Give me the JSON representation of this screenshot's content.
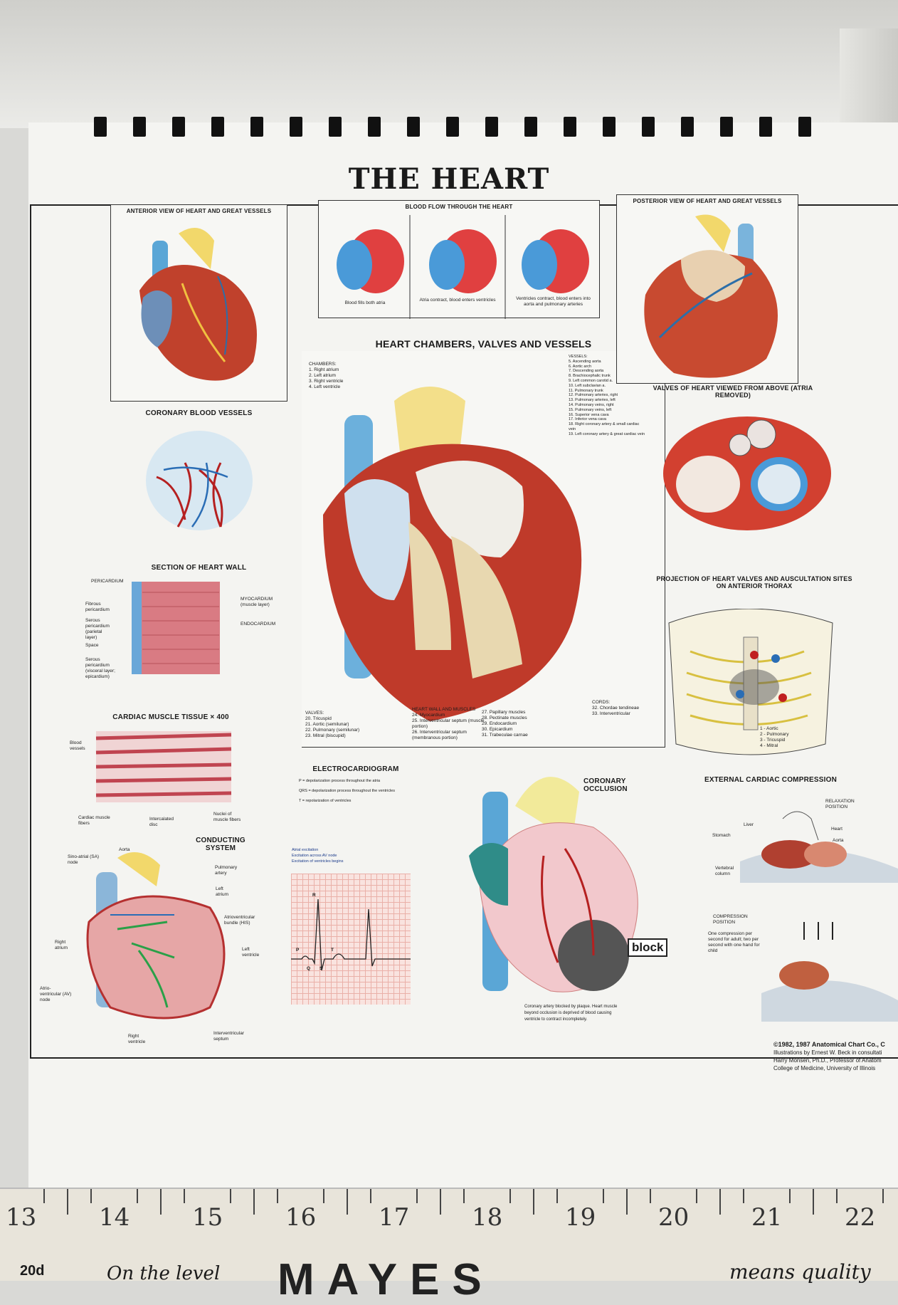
{
  "title": "THE HEART",
  "panels": {
    "anterior": "ANTERIOR VIEW OF HEART AND GREAT VESSELS",
    "blood_flow": "BLOOD FLOW THROUGH THE HEART",
    "blood_flow_captions": [
      "Blood fills both atria",
      "Atria contract, blood enters ventricles",
      "Ventricles contract, blood enters into aorta and pulmonary arteries"
    ],
    "posterior": "POSTERIOR VIEW OF HEART AND GREAT VESSELS",
    "chambers": "HEART CHAMBERS, VALVES AND VESSELS",
    "coronary": "CORONARY BLOOD VESSELS",
    "wall": "SECTION OF HEART WALL",
    "wall_labels": [
      "PERICARDIUM",
      "Fibrous pericardium",
      "Serous pericardium (parietal layer)",
      "Space",
      "Serous pericardium (visceral layer; epicardium)",
      "MYOCARDIUM (muscle layer)",
      "ENDOCARDIUM"
    ],
    "muscle": "CARDIAC MUSCLE TISSUE × 400",
    "muscle_labels": [
      "Blood vessels",
      "Cardiac muscle fibers",
      "Intercalated disc",
      "Nuclei of muscle fibers"
    ],
    "conducting": "CONDUCTING SYSTEM",
    "conducting_labels": [
      "Sino-atrial (SA) node",
      "Aorta",
      "Pulmonary artery",
      "Left atrium",
      "Atrioventricular bundle (HIS)",
      "Left ventricle",
      "Right atrium",
      "Atrio-ventricular (AV) node",
      "Right ventricle",
      "Interventricular septum"
    ],
    "valves_above": "VALVES OF HEART VIEWED FROM ABOVE (ATRIA REMOVED)",
    "projection": "PROJECTION OF HEART VALVES AND AUSCULTATION SITES ON ANTERIOR THORAX",
    "projection_legend": [
      "1 - Aortic",
      "2 - Pulmonary",
      "3 - Tricuspid",
      "4 - Mitral"
    ],
    "ecg": "ELECTROCARDIOGRAM",
    "ecg_defs": [
      "P = depolarization process throughout the atria",
      "QRS = depolarization process throughout the ventricles",
      "T = repolarization of ventricles"
    ],
    "ecg_legend": [
      "Atrial excitation",
      "Excitation across AV node",
      "Excitation of ventricles begins"
    ],
    "ecg_waves": [
      "P",
      "Q",
      "R",
      "S",
      "T"
    ],
    "occlusion": "CORONARY OCCLUSION",
    "occlusion_tag": "block",
    "occlusion_caption": "Coronary artery blocked by plaque. Heart muscle beyond occlusion is deprived of blood causing ventricle to contract incompletely.",
    "compression": "EXTERNAL CARDIAC COMPRESSION",
    "compression_labels": [
      "RELAXATION POSITION",
      "Liver",
      "Stomach",
      "Heart",
      "Aorta",
      "Vertebral column",
      "COMPRESSION POSITION"
    ],
    "compression_note": "One compression per second for adult; two per second with one hand for child"
  },
  "legend": {
    "chambers": [
      "CHAMBERS:",
      "1. Right atrium",
      "2. Left atrium",
      "3. Right ventricle",
      "4. Left ventricle"
    ],
    "vessels": [
      "VESSELS:",
      "5. Ascending aorta",
      "6. Aortic arch",
      "7. Descending aorta",
      "8. Brachiocephalic trunk",
      "9. Left common carotid a.",
      "10. Left subclavian a.",
      "11. Pulmonary trunk",
      "12. Pulmonary arteries, right",
      "13. Pulmonary arteries, left",
      "14. Pulmonary veins, right",
      "15. Pulmonary veins, left",
      "16. Superior vena cava",
      "17. Inferior vena cava",
      "18. Right coronary artery & small cardiac vein",
      "19. Left coronary artery & great cardiac vein"
    ],
    "valves": [
      "VALVES:",
      "20. Tricuspid",
      "21. Aortic (semilunar)",
      "22. Pulmonary (semilunar)",
      "23. Mitral (biscupid)"
    ],
    "wall": [
      "HEART WALL AND MUSCLES",
      "24. Myocardium",
      "25. Interventricular septum (muscle portion)",
      "26. Interventricular septum (membranous portion)"
    ],
    "muscles": [
      "27. Papillary muscles",
      "28. Pectinate muscles",
      "29. Endocardium",
      "30. Epicardium",
      "31. Trabeculae carnae"
    ],
    "cords": [
      "CORDS:",
      "32. Chordae tendineae",
      "33. Interventricular"
    ]
  },
  "copyright": [
    "©1982, 1987 Anatomical Chart Co., C",
    "Illustrations by Ernest W. Beck in consultati",
    "Harry Monsen, Ph.D., Professor of Anatom",
    "College of Medicine, University of Illinois"
  ],
  "ruler": {
    "numbers": [
      "13",
      "14",
      "15",
      "16",
      "17",
      "18",
      "19",
      "20",
      "21",
      "22"
    ],
    "brand": "MAYES",
    "slogan": "means quality",
    "left_text": "20d",
    "level_text": "On the level"
  }
}
